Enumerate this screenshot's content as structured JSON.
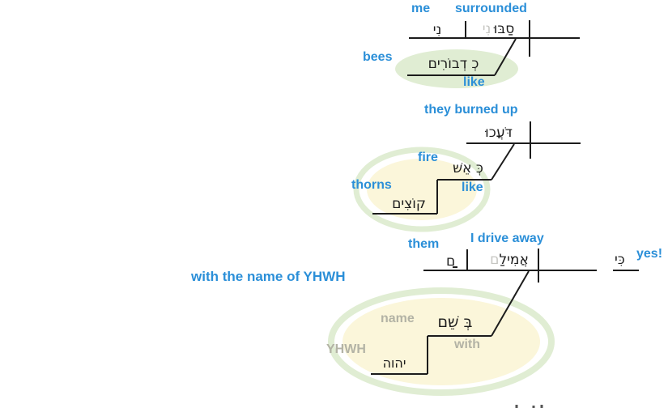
{
  "colors": {
    "gloss_blue": "#2b8fd8",
    "role_label_grey": "#b3b3a5",
    "faded_hebrew_grey": "#c6c6c2",
    "line_ink": "#1c1c1c",
    "highlight_green": "#e0edd3",
    "highlight_yellow": "#fbf6da"
  },
  "clause1": {
    "gloss_me": "me",
    "gloss_surrounded": "surrounded",
    "gloss_bees": "bees",
    "gloss_like": "like",
    "hebrew_object": "נִי",
    "hebrew_verb": "סַבּוּ",
    "hebrew_verb_suffix": "נִי",
    "hebrew_prep_phrase": "כְ דְבוֹרִים"
  },
  "clause2": {
    "gloss_burned": "they burned up",
    "gloss_fire": "fire",
    "gloss_like": "like",
    "gloss_thorns": "thorns",
    "hebrew_verb": "דֹּעֲכוּ",
    "hebrew_prep_phrase": "כְּ אֵשׁ",
    "hebrew_noun": "קוֹצִים"
  },
  "clause3": {
    "gloss_them": "them",
    "gloss_drive": "I drive away",
    "gloss_yes": "yes!",
    "gloss_with_name": "with the name of YHWH",
    "gloss_name": "name",
    "gloss_with": "with",
    "gloss_yhwh": "YHWH",
    "hebrew_object_suffix": "ם",
    "hebrew_verb": "אֲמִילַ",
    "hebrew_verb_suffix": "ם",
    "hebrew_conjunction": "כִּי",
    "hebrew_prep_phrase": "בְּ שֵׁם",
    "hebrew_divine_name": "יהוה"
  }
}
